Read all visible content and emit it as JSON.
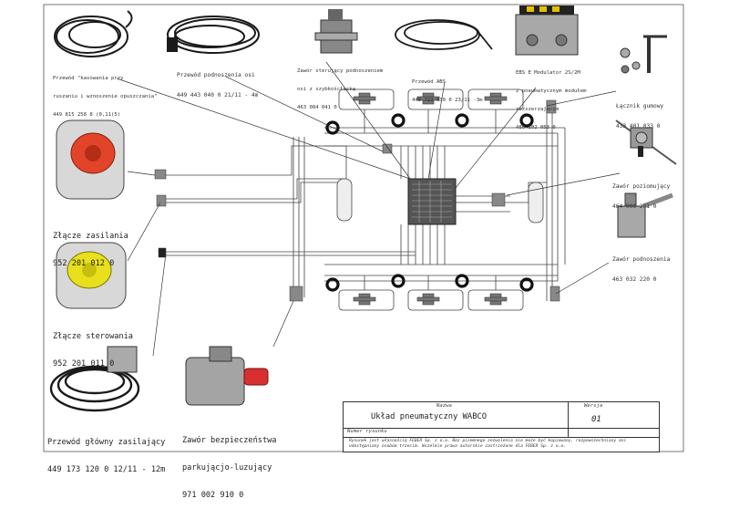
{
  "labels": {
    "przewod_kasowania": {
      "lines": [
        "Przewód \"kasowania przy",
        "ruszaniu i wznoszenie opuszczania\"",
        "449 815 258 8 (0,11(5)"
      ]
    },
    "przewod_podnoszenia": {
      "lines": [
        "Przewód podnoszenia osi",
        "449 443 040 0 21/11 - 4m"
      ]
    },
    "zawor_sterujacy": {
      "lines": [
        "Zawór sterujący podnoszeniem",
        "osi z szybkoścłacką",
        "463 084 041 0"
      ]
    },
    "przewod_abs": {
      "lines": [
        "Przewód ABS",
        "449 723 030 0 23/11 -3m"
      ]
    },
    "ebs_modulator": {
      "lines": [
        "EBS E Modulator 2S/2M",
        "z pneumatycznym modułem",
        "rozszerzającym",
        "480 102 053 0"
      ]
    },
    "lacznik_gumowy": {
      "lines": [
        "Łącznik gumowy",
        "433 401 033 0"
      ]
    },
    "zawor_poziomujacy": {
      "lines": [
        "Zawór poziomujący",
        "464 006 201 0"
      ]
    },
    "zawor_podnoszenia": {
      "lines": [
        "Zawór podnoszenia",
        "463 032 220 0"
      ]
    },
    "zlacze_zasilania": {
      "lines": [
        "Złącze zasilania",
        "952 201 012 0"
      ]
    },
    "zlacze_sterowania": {
      "lines": [
        "Złącze sterowania",
        "952 201 011 0"
      ]
    },
    "przewod_glowny": {
      "lines": [
        "Przewód główny zasilający",
        "449 173 120 0 12/11 - 12m"
      ]
    },
    "zawor_bezpieczenstwa": {
      "lines": [
        "Zawór bezpieczeństwa",
        "parkującjo-luzujący",
        "971 002 910 0"
      ]
    }
  },
  "title_block": {
    "name_caption": "Nazwa",
    "version_caption": "Wersja",
    "title": "Układ pneumatyczny WABCO",
    "version": "01",
    "number_caption": "Numer rysunku",
    "footer": "Rysunek jest własnością FEBER Sp. z o.o. Bez pisemnego zezwolenia nie może być kopiowany, rozpowszechniany ani udostępniany osobom trzecim. Wszelkie prawa autorskie zastrzeżone dla FEBER Sp. z o.o."
  },
  "icons": [
    "cable-coil-icon",
    "valve-icon",
    "modulator-icon",
    "wrench-icon",
    "coupling-head-icon",
    "wheel-brake-icon",
    "air-tank-icon"
  ],
  "colors": {
    "line": "#444444",
    "coupling_red": "#e2442a",
    "coupling_yellow": "#e8e01c",
    "metal": "#9a9a9a",
    "cable": "#1a1a1a"
  }
}
